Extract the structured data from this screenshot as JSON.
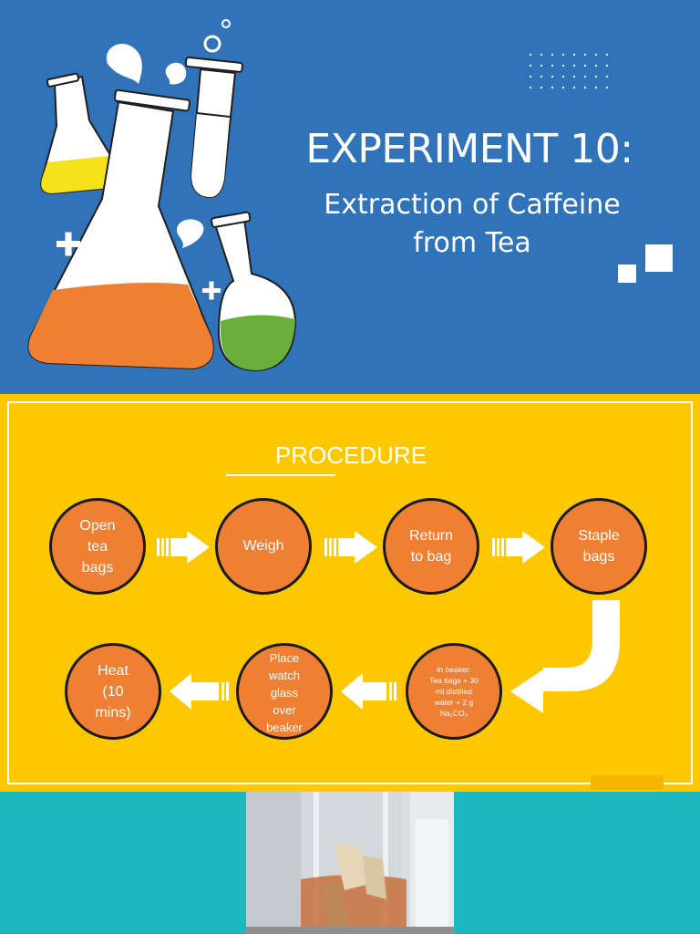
{
  "slide_top": {
    "title": "EXPERIMENT 10:",
    "subtitle": "Extraction of Caffeine from Tea"
  },
  "procedure": {
    "title": "PROCEDURE",
    "steps": [
      "Open\ntea\nbags",
      "Weigh",
      "Return\nto bag",
      "Staple\nbags",
      "In beaker:\nTea bags + 30\nml distilled\nwater + 2 g\nNa₂CO₃",
      "Place\nwatch\nglass\nover\nbeaker",
      "Heat\n(10\nmins)"
    ]
  },
  "colors": {
    "top_bg": "#3173b9",
    "middle_bg": "#fdc800",
    "bottom_bg": "#1bb8bd",
    "step_circle": "#ef7f33",
    "flask_orange": "#ef7f33",
    "flask_yellow": "#f6e21a",
    "flask_green": "#6aae3c"
  }
}
